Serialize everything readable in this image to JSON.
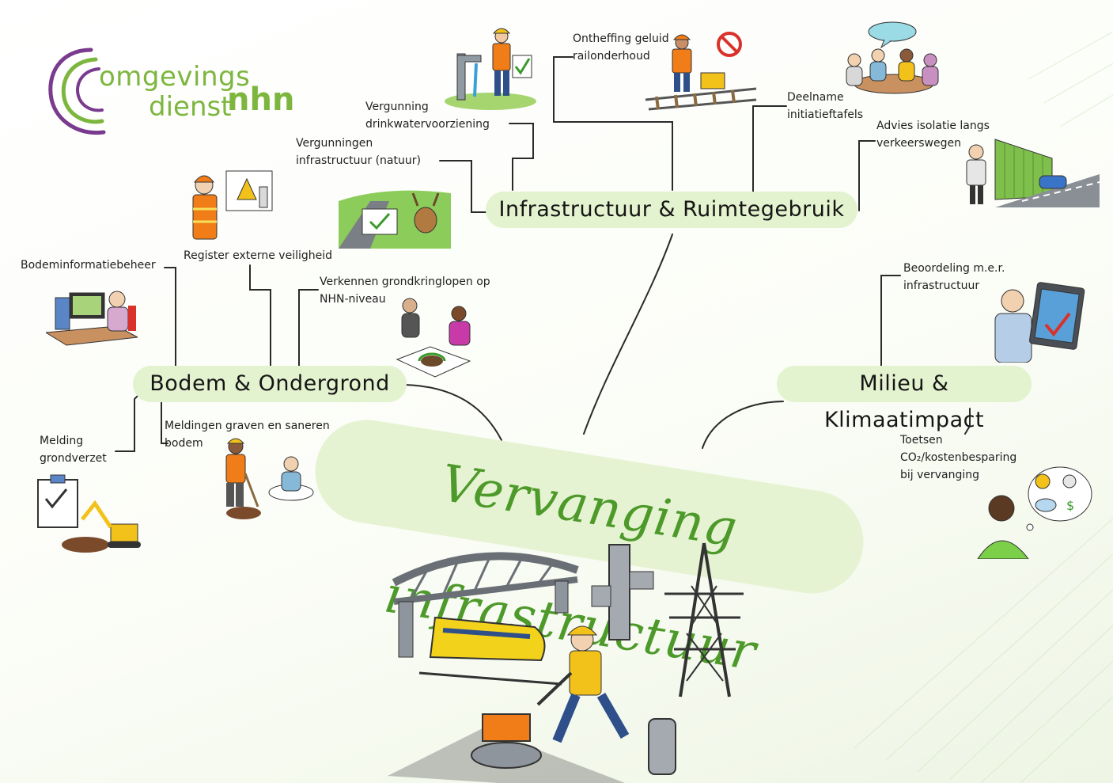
{
  "colors": {
    "accent_green": "#4d9a2a",
    "logo_green": "#7db63e",
    "logo_purple": "#7a3b8f",
    "bubble": "#e3f2cf",
    "vest": "#f07d18",
    "helmet": "#f2c21a",
    "line": "#2a2a2a"
  },
  "logo": {
    "line1": "omgevings",
    "line2": "dienst",
    "brand": "nhn"
  },
  "central": {
    "title": "Vervanging infrastructuur"
  },
  "branches": {
    "infrastructuur": "Infrastructuur & Ruimtegebruik",
    "bodem": "Bodem & Ondergrond",
    "milieu": "Milieu & Klimaatimpact"
  },
  "topics": {
    "ontheffing": "Ontheffing geluid\nrailonderhoud",
    "drinkwater": "Vergunning\ndrinkwatervoorziening",
    "natuur": "Vergunningen\ninfrastructuur (natuur)",
    "initiatieftafels": "Deelname\ninitiatieftafels",
    "isolatie": "Advies isolatie langs\nverkeerswegen",
    "externe_veiligheid": "Register externe veiligheid",
    "bodeminformatie": "Bodeminformatiebeheer",
    "grondkringlopen": "Verkennen grondkringlopen op\nNHN-niveau",
    "graven_saneren": "Meldingen graven en saneren\nbodem",
    "grondverzet": "Melding\ngrondverzet",
    "mer": "Beoordeling m.e.r.\ninfrastructuur",
    "co2": "Toetsen\nCO₂/kostenbesparing\nbij vervanging"
  },
  "icons": {
    "logo": "swirl-logo-icon",
    "no_sound": "no-sound-sign-icon",
    "hazard": "hazard-sign-icon",
    "checkmark": "checkmark-icon",
    "co2": "co2-cloud-icon",
    "dollar": "dollar-icon",
    "lightbulb": "lightbulb-icon"
  }
}
